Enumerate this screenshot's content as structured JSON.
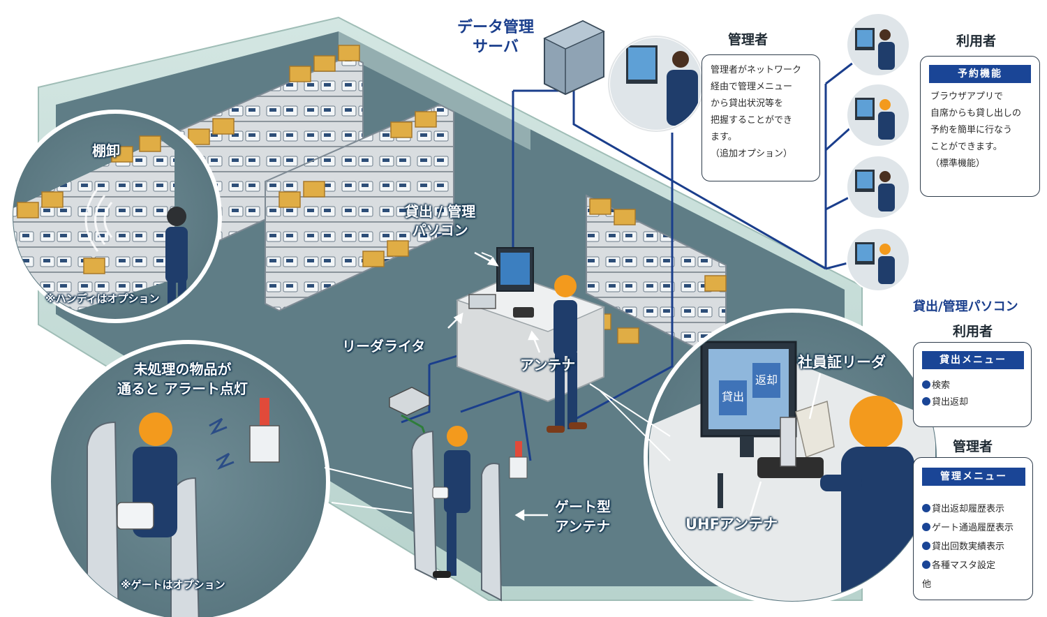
{
  "labels": {
    "server": "データ管理\nサーバ",
    "admin_top": "管理者",
    "user_top": "利用者",
    "inventory": "棚卸",
    "handy_note": "※ハンディはオプション",
    "lending_pc": "貸出 / 管理\nパソコン",
    "reader_writer": "リーダライタ",
    "antenna": "アンテナ",
    "alert": "未処理の物品が\n通ると アラート点灯",
    "gate_note": "※ゲートはオプション",
    "gate_antenna": "ゲート型\nアンテナ",
    "id_reader": "社員証リーダ",
    "uhf_antenna": "UHFアンテナ",
    "pc_section_title": "貸出/管理パソコン",
    "pc_user": "利用者",
    "pc_admin": "管理者"
  },
  "admin_box": {
    "text": "管理者がネットワーク\n経由で管理メニュー\nから貸出状況等を\n把握することができ\nます。\n（追加オプション）"
  },
  "reservation": {
    "title": "予約機能",
    "text": "ブラウザアプリで\n自席からも貸し出しの\n予約を簡単に行なう\nことができます。\n（標準機能）"
  },
  "lending_menu": {
    "title": "貸出メニュー",
    "items": [
      "検索",
      "貸出返却"
    ]
  },
  "admin_menu": {
    "title": "管理メニュー",
    "items": [
      "貸出返却履歴表示",
      "ゲート通過履歴表示",
      "貸出回数実績表示",
      "各種マスタ設定"
    ],
    "more": "他"
  },
  "screen": {
    "left": "貸出",
    "right": "返却"
  },
  "colors": {
    "navy": "#1a3e8c",
    "floor": "#5f7d86",
    "wall": "#bfd8d3",
    "shelf_box": "#e0ad45",
    "helmet": "#f39a1d",
    "network_line": "#1a3e8c",
    "local_line": "#2e7d3a"
  }
}
